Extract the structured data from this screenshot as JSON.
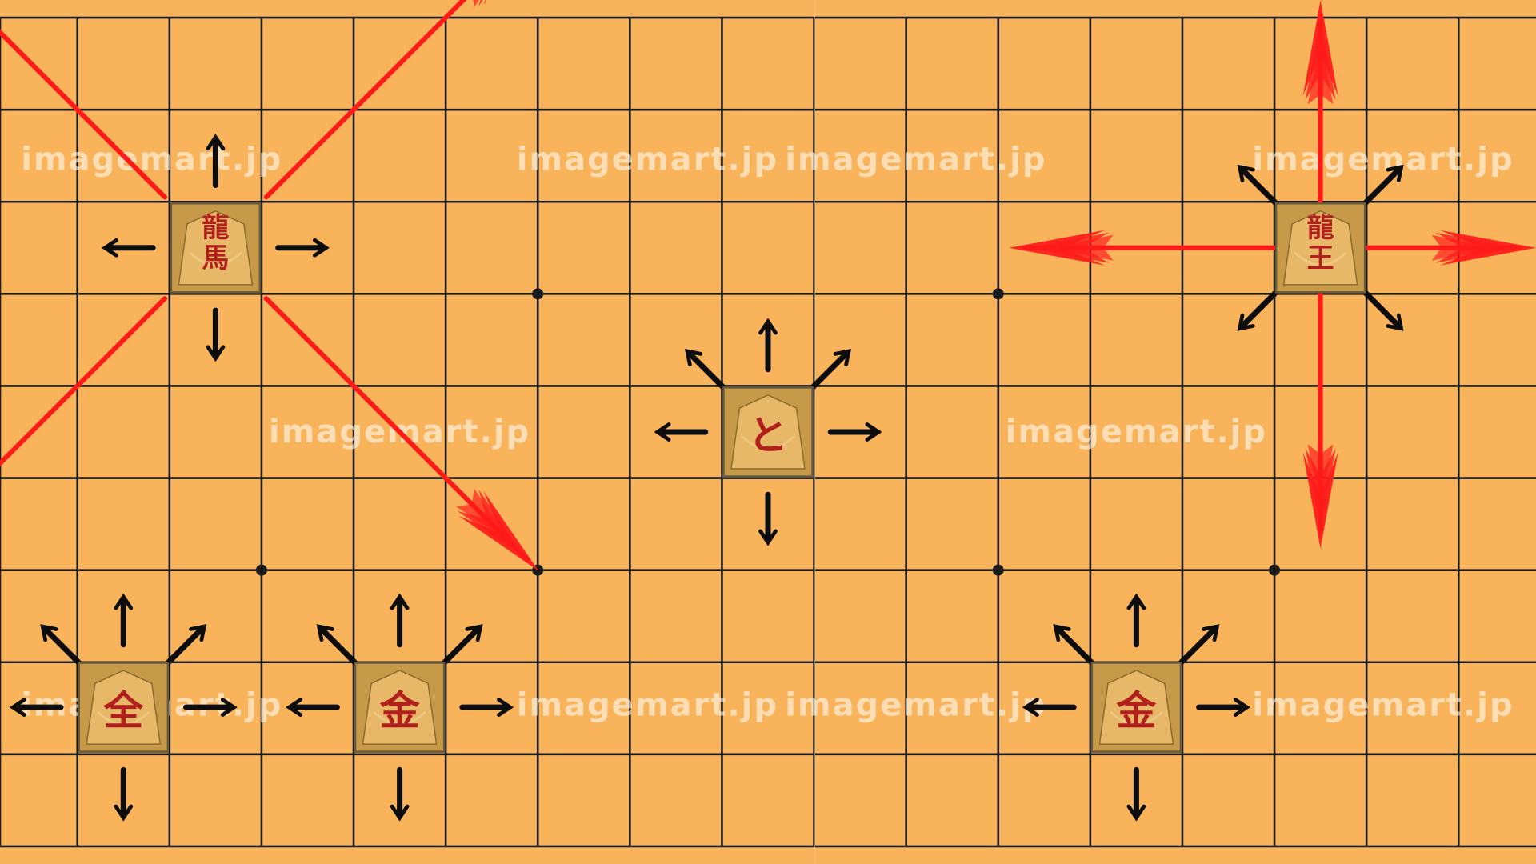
{
  "board": {
    "background_color": "#F9B35A",
    "line_color": "#1a1a1a",
    "star_points": "4 intersections per board segment (hoshi dots)"
  },
  "colors": {
    "step_arrow": "#0d0d0d",
    "slide_arrow": "#FF1A1A",
    "piece_face": "#E7B868",
    "piece_text": "#B0201C",
    "watermark": "#FFFFFF"
  },
  "watermark": {
    "text": "imagemart.jp"
  },
  "pieces": [
    {
      "id": "promoted-bishop",
      "kanji": "龍馬",
      "moves": "steps orthogonal, slides diagonal"
    },
    {
      "id": "tokin",
      "kanji": "と",
      "moves": "gold-like steps"
    },
    {
      "id": "promoted-rook",
      "kanji": "龍王",
      "moves": "steps diagonal, slides orthogonal"
    },
    {
      "id": "promoted-silver",
      "kanji": "全",
      "moves": "gold-like steps"
    },
    {
      "id": "gold-general-1",
      "kanji": "金",
      "moves": "gold steps"
    },
    {
      "id": "gold-general-2",
      "kanji": "金",
      "moves": "gold steps"
    }
  ]
}
